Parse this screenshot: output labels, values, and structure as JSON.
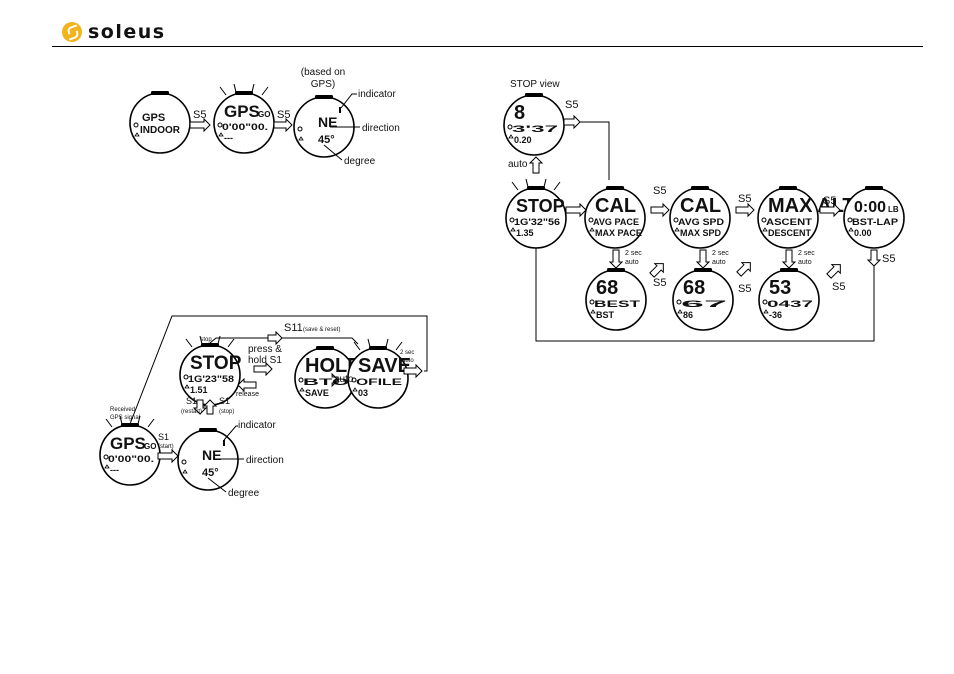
{
  "header": {
    "brand": "soleus"
  },
  "labels": {
    "s5": "S5",
    "s1": "S1",
    "s11": "S11",
    "based_on": "(based on",
    "gps_paren": "GPS)",
    "indicator": "indicator",
    "direction": "direction",
    "degree": "degree",
    "stop_view": "STOP view",
    "auto": "auto",
    "two_sec": "2 sec",
    "save_reset": "(save & reset)",
    "press": "press &",
    "hold_s1": "hold S1",
    "release": "release",
    "restart": "(restart)",
    "stop_paren": "(stop)",
    "start": "(start)",
    "received": "Received",
    "gps_signal": "GPS signal",
    "stop_small": "stop"
  },
  "watches": {
    "w1": {
      "l1": "GPS",
      "l2": "INDOOR"
    },
    "w2": {
      "l1": "GPS",
      "l1b": "GO",
      "l2": "0'00\"00.",
      "l3": "---"
    },
    "w3": {
      "l1": "NE",
      "l2": "45°"
    },
    "stopview": {
      "l1": "8",
      "l2": "3'37",
      "l3": "0.20"
    },
    "stopmain": {
      "l1": "STOP",
      "l2": "1G'32\"56",
      "l3": "1.35"
    },
    "cal1": {
      "l1": "CAL",
      "l2": "AVG PACE",
      "l3": "MAX PACE"
    },
    "cal2": {
      "l1": "CAL",
      "l2": "AVG SPD",
      "l3": "MAX SPD"
    },
    "alt": {
      "l1": "MAX ALT",
      "l2": "ASCENT",
      "l3": "DESCENT"
    },
    "d1": {
      "l1": "0:00",
      "l1b": "LB",
      "l2": "BST-LAP",
      "l3": "0.00"
    },
    "b1": {
      "l1": "68",
      "l2": "BEST",
      "l3": "BST"
    },
    "b2": {
      "l1": "68",
      "l2": "67",
      "l3": "86"
    },
    "b3": {
      "l1": "53",
      "l2": "0437",
      "l3": "-36"
    },
    "stop2": {
      "l1": "STOP",
      "l2": "1G'23\"58",
      "l3": "1.51"
    },
    "hold": {
      "l1": "HOLD",
      "l2": "BTO",
      "l3": "SAVE"
    },
    "save": {
      "l1": "SAVE",
      "l2": "OFILE",
      "l3": "03"
    },
    "gps2": {
      "l1": "GPS",
      "l1b": "GO",
      "l2": "0'00\"00.",
      "l3": "---"
    },
    "nav2": {
      "l1": "NE",
      "l2": "45°"
    }
  }
}
